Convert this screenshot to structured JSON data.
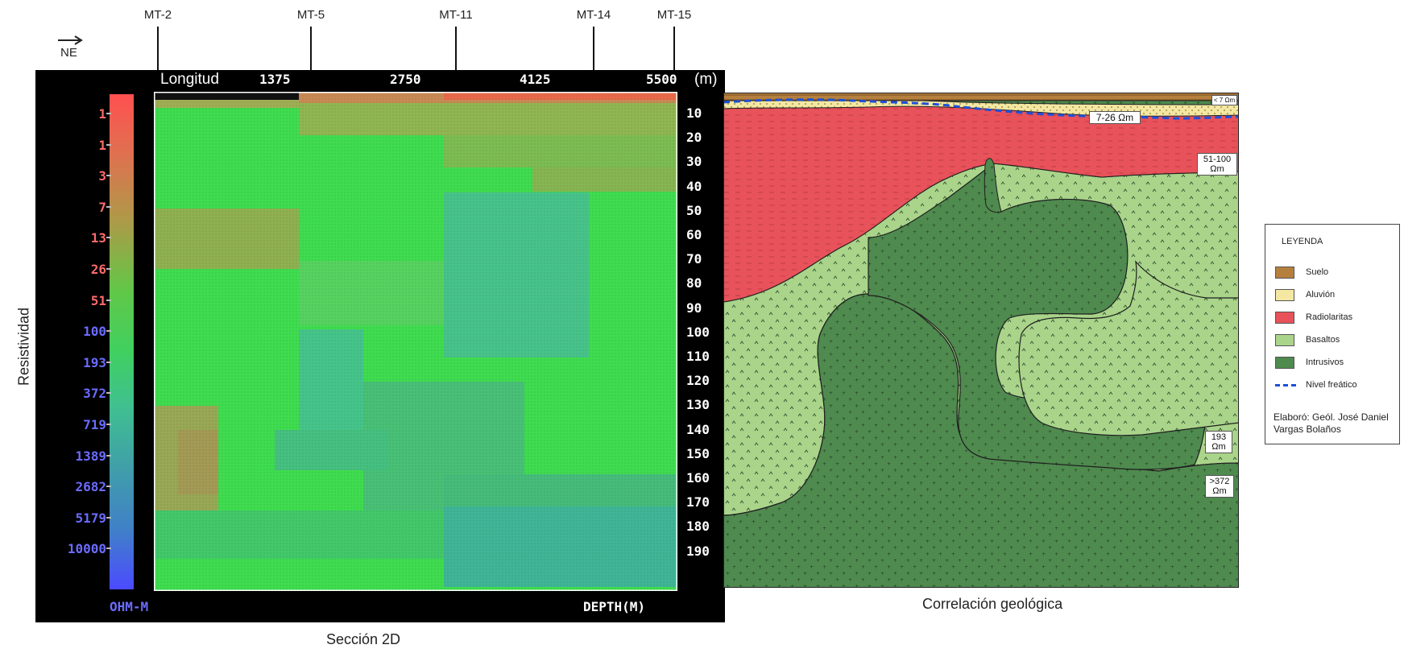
{
  "orientation_label": "NE",
  "stations": [
    {
      "name": "MT-2"
    },
    {
      "name": "MT-5"
    },
    {
      "name": "MT-11"
    },
    {
      "name": "MT-14"
    },
    {
      "name": "MT-15"
    }
  ],
  "section2d": {
    "title": "Sección 2D",
    "x_axis_name": "Longitud",
    "x_ticks": [
      "1375",
      "2750",
      "4125",
      "5500"
    ],
    "x_unit": "(m)",
    "depth_ticks": [
      "10",
      "20",
      "30",
      "40",
      "50",
      "60",
      "70",
      "80",
      "90",
      "100",
      "110",
      "120",
      "130",
      "140",
      "150",
      "160",
      "170",
      "180",
      "190"
    ],
    "depth_label": "DEPTH(M)",
    "scale_label": "OHM-M",
    "side_label": "Resistividad",
    "resistivity_ticks": [
      "1",
      "1",
      "3",
      "7",
      "13",
      "26",
      "51",
      "100",
      "193",
      "372",
      "719",
      "1389",
      "2682",
      "5179",
      "10000"
    ],
    "colors": {
      "high": "#4b4bff",
      "low": "#ff5a5a",
      "mid": "#40e040"
    }
  },
  "correlation": {
    "title": "Correlación geológica",
    "labels": {
      "soil": "< 7 Ωm",
      "alluvium": "7-26 Ωm",
      "radiolarite": [
        "51-100",
        "Ωm"
      ],
      "basalt": [
        "193",
        "Ωm"
      ],
      "intrusive": [
        ">372",
        "Ωm"
      ]
    }
  },
  "legend": {
    "title": "LEYENDA",
    "items": [
      {
        "label": "Suelo",
        "color": "#b5803e"
      },
      {
        "label": "Aluvión",
        "color": "#f3e7a2"
      },
      {
        "label": "Radiolaritas",
        "color": "#e8525a"
      },
      {
        "label": "Basaltos",
        "color": "#a9d48a"
      },
      {
        "label": "Intrusivos",
        "color": "#4f8a4f"
      },
      {
        "label": "Nivel freático",
        "color": "#1e4fd8"
      }
    ],
    "author": [
      "Elaboró: Geól. José Daniel",
      "Vargas Bolaños"
    ]
  }
}
